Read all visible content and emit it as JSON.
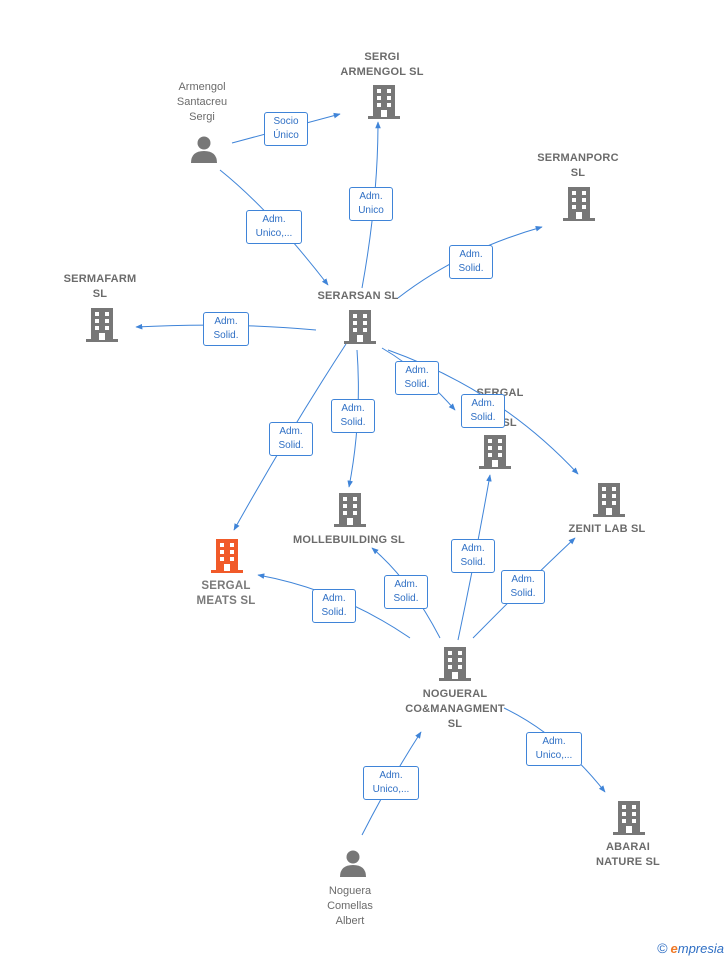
{
  "colors": {
    "edge": "#3f84d8",
    "node": "#777777",
    "focus": "#f15a29"
  },
  "nodes": {
    "armengol_santacreu": {
      "label": "Armengol\nSantacreu\nSergi",
      "kind": "person"
    },
    "sergi_armengol": {
      "label": "SERGI\nARMENGOL SL",
      "kind": "company"
    },
    "sermanporc": {
      "label": "SERMANPORC\nSL",
      "kind": "company"
    },
    "sermafarm": {
      "label": "SERMAFARM\nSL",
      "kind": "company"
    },
    "serarsan": {
      "label": "SERARSAN  SL",
      "kind": "company"
    },
    "sergal_rc": {
      "label": "SERGAL\nO\nRA SL",
      "kind": "company"
    },
    "zenit_lab": {
      "label": "ZENIT LAB  SL",
      "kind": "company"
    },
    "mollebuilding": {
      "label": "MOLLEBUILDING SL",
      "kind": "company"
    },
    "sergal_meats": {
      "label": "SERGAL\nMEATS  SL",
      "kind": "focus"
    },
    "nogueral": {
      "label": "NOGUERAL\nCO&MANAGMENT\nSL",
      "kind": "company"
    },
    "abarai": {
      "label": "ABARAI\nNATURE  SL",
      "kind": "company"
    },
    "noguera_comellas": {
      "label": "Noguera\nComellas\nAlbert",
      "kind": "person"
    }
  },
  "edges": [
    {
      "id": "e1",
      "label": "Socio\nÚnico"
    },
    {
      "id": "e2",
      "label": "Adm.\nUnico,..."
    },
    {
      "id": "e3",
      "label": "Adm.\nUnico"
    },
    {
      "id": "e4",
      "label": "Adm.\nSolid."
    },
    {
      "id": "e5",
      "label": "Adm.\nSolid."
    },
    {
      "id": "e6",
      "label": "Adm.\nSolid."
    },
    {
      "id": "e7",
      "label": "Adm.\nSolid."
    },
    {
      "id": "e8",
      "label": "Adm.\nSolid."
    },
    {
      "id": "e9",
      "label": "Adm.\nSolid."
    },
    {
      "id": "e10",
      "label": "Adm.\nSolid."
    },
    {
      "id": "e11",
      "label": "Adm.\nSolid."
    },
    {
      "id": "e12",
      "label": "Adm.\nSolid."
    },
    {
      "id": "e13",
      "label": "Adm.\nSolid."
    },
    {
      "id": "e14",
      "label": "Adm.\nUnico,..."
    },
    {
      "id": "e15",
      "label": "Adm.\nUnico,..."
    }
  ],
  "brand": {
    "copyright": "©",
    "initial": "e",
    "name": "mpresia"
  }
}
